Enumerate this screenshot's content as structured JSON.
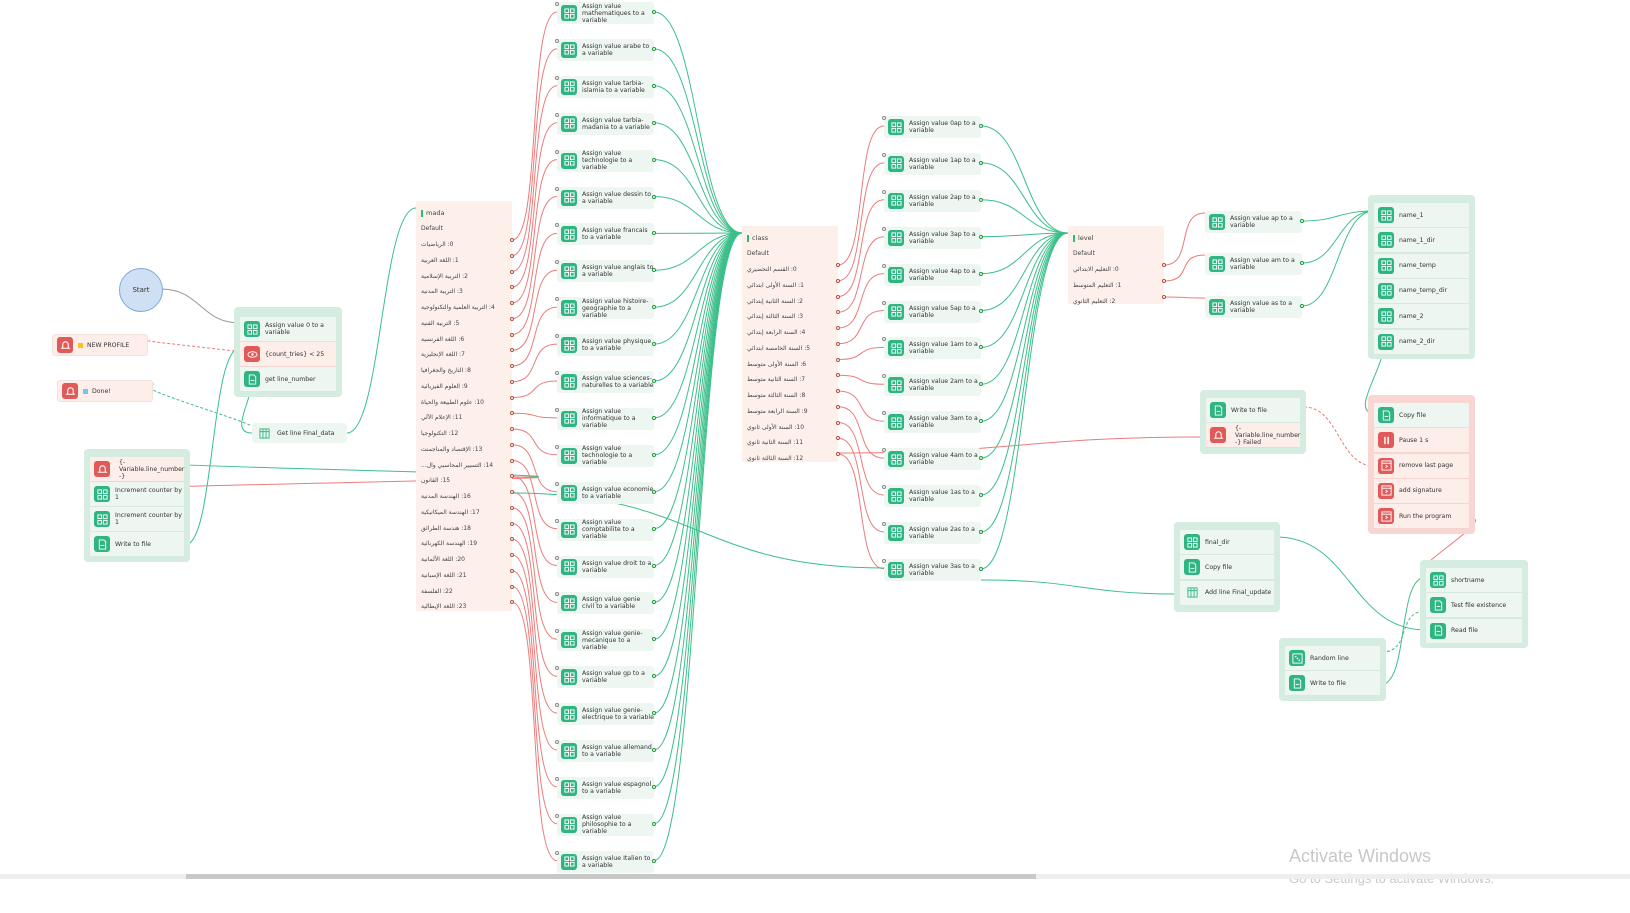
{
  "start": {
    "label": "Start"
  },
  "notifications": [
    {
      "label": "NEW PROFILE",
      "color": "#f5c518"
    },
    {
      "label": "Done!",
      "color": "#6ec6f5"
    }
  ],
  "group_init": {
    "items": [
      {
        "label": "Assign value 0 to a variable",
        "icon": "variable-grid-icon",
        "kind": "green"
      },
      {
        "label": "{count_tries} < 25",
        "icon": "eye-condition-icon",
        "kind": "red"
      },
      {
        "label": "get line_number",
        "icon": "file-icon",
        "kind": "green"
      }
    ]
  },
  "get_line": {
    "label": "Get line Final_data",
    "icon": "table-icon"
  },
  "group_counter": {
    "items": [
      {
        "label": "{-Variable.line_number -}",
        "icon": "bell-icon",
        "kind": "red",
        "square": "#8bc34a"
      },
      {
        "label": "Increment counter by 1",
        "icon": "variable-grid-icon",
        "kind": "green"
      },
      {
        "label": "Increment counter by 1",
        "icon": "variable-grid-icon",
        "kind": "green"
      },
      {
        "label": "Write to file",
        "icon": "file-icon",
        "kind": "green"
      }
    ]
  },
  "switch_mada": {
    "title": "mada",
    "default": "Default",
    "options": [
      "0: الرياضيات",
      "1: اللغة العربية",
      "2: التربية الإسلامية",
      "3: التربية المدنية",
      "4: التربية العلمية والتكنولوجية",
      "5: التربية الفنية",
      "6: اللغة الفرنسية",
      "7: اللغة الإنجليزية",
      "8: التاريخ والجغرافيا",
      "9: العلوم الفيزيائية",
      "10: علوم الطبيعة والحياة",
      "11: الإعلام الآلي",
      "12: التكنولوجيا",
      "13: الإقتصاد والمناجمنت",
      "14: التسيير المحاسبي وال...",
      "15: القانون",
      "16: الهندسة المدنية",
      "17: الهندسة الميكانيكية",
      "18: هندسة الطرائق",
      "19: الهندسة الكهربائية",
      "20: اللغة الألمانية",
      "21: اللغة الإسبانية",
      "22: الفلسفة",
      "23: اللغة الإيطالية"
    ]
  },
  "subject_assigns": [
    "Assign value mathematiques to a variable",
    "Assign value arabe to a variable",
    "Assign value tarbia-islamia to a variable",
    "Assign value tarbia-madania to a variable",
    "Assign value technologie to a variable",
    "Assign value dessin to a variable",
    "Assign value francais to a variable",
    "Assign value anglais to a variable",
    "Assign value histoire-geographie to a variable",
    "Assign value physique to a variable",
    "Assign value sciences-naturelles to a variable",
    "Assign value informatique to a variable",
    "Assign value technologie to a variable",
    "Assign value economie to a variable",
    "Assign value comptabilite to a variable",
    "Assign value droit to a variable",
    "Assign value genie civil to a variable",
    "Assign value genie-mecanique to a variable",
    "Assign value gp to a variable",
    "Assign value genie-electrique to a variable",
    "Assign value allemand to a variable",
    "Assign value espagnol to a variable",
    "Assign value philosophie to a variable",
    "Assign value Italien to a variable"
  ],
  "switch_class": {
    "title": "class",
    "default": "Default",
    "options": [
      "0: القسم التحضيري",
      "1: السنة الأولى ابتدائي",
      "2: السنة الثانية إبتدائي",
      "3: السنة الثالثة إبتدائي",
      "4: السنة الرابعة إبتدائي",
      "5: السنة الخامسة ابتدائي",
      "6: السنة الأولى متوسط",
      "7: السنة الثانية متوسط",
      "8: السنة الثالثة متوسط",
      "9: السنة الرابعة متوسط",
      "10: السنة الأولى ثانوي",
      "11: السنة الثانية ثانوي",
      "12: السنة الثالثة ثانوي"
    ]
  },
  "class_assigns": [
    "Assign value 0ap to a variable",
    "Assign value 1ap to a variable",
    "Assign value 2ap to a variable",
    "Assign value 3ap to a variable",
    "Assign value 4ap to a variable",
    "Assign value 5ap to a variable",
    "Assign value 1am to a variable",
    "Assign value 2am to a variable",
    "Assign value 3am to a variable",
    "Assign value 4am to a variable",
    "Assign value 1as to a variable",
    "Assign value 2as to a variable",
    "Assign value 3as to a variable"
  ],
  "switch_level": {
    "title": "level",
    "default": "Default",
    "options": [
      "0: التعليم الابتدائي",
      "1: التعليم المتوسط",
      "2: التعليم الثانوي"
    ]
  },
  "level_assigns": [
    "Assign value ap to a variable",
    "Assign value am to a variable",
    "Assign value as to a variable"
  ],
  "group_names": {
    "items": [
      "name_1",
      "name_1_dir",
      "name_temp",
      "name_temp_dir",
      "name_2",
      "name_2_dir"
    ]
  },
  "group_write_fail": {
    "items": [
      {
        "label": "Write to file",
        "icon": "file-icon",
        "kind": "green"
      },
      {
        "label": "{-Variable.line_number -} Failed",
        "icon": "bell-icon",
        "kind": "red",
        "square": "#f08080"
      }
    ]
  },
  "group_program": {
    "items": [
      {
        "label": "Copy file",
        "icon": "file-icon",
        "kind": "green"
      },
      {
        "label": "Pause 1 s",
        "icon": "pause-icon",
        "kind": "red"
      },
      {
        "label": "remove last page",
        "icon": "program-icon",
        "kind": "red"
      },
      {
        "label": "add signature",
        "icon": "program-icon",
        "kind": "red"
      },
      {
        "label": "Run the program",
        "icon": "program-icon",
        "kind": "red"
      }
    ]
  },
  "group_final": {
    "items": [
      {
        "label": "final_dir",
        "icon": "variable-grid-icon"
      },
      {
        "label": "Copy file",
        "icon": "file-icon"
      },
      {
        "label": "Add line Final_update",
        "icon": "table-icon"
      }
    ]
  },
  "group_short": {
    "items": [
      {
        "label": "shortname",
        "icon": "variable-grid-icon"
      },
      {
        "label": "Test file existence",
        "icon": "file-icon"
      },
      {
        "label": "Read file",
        "icon": "file-icon"
      }
    ]
  },
  "group_random": {
    "items": [
      {
        "label": "Random line",
        "icon": "random-icon"
      },
      {
        "label": "Write to file",
        "icon": "file-icon"
      }
    ]
  },
  "watermark": {
    "title": "Activate Windows",
    "subtitle": "Go to Settings to activate Windows."
  },
  "colors": {
    "success": "#2fb582",
    "failure": "#e05a5a",
    "wire_ok": "#3cbf8a",
    "wire_fail": "#ec7b7b"
  }
}
